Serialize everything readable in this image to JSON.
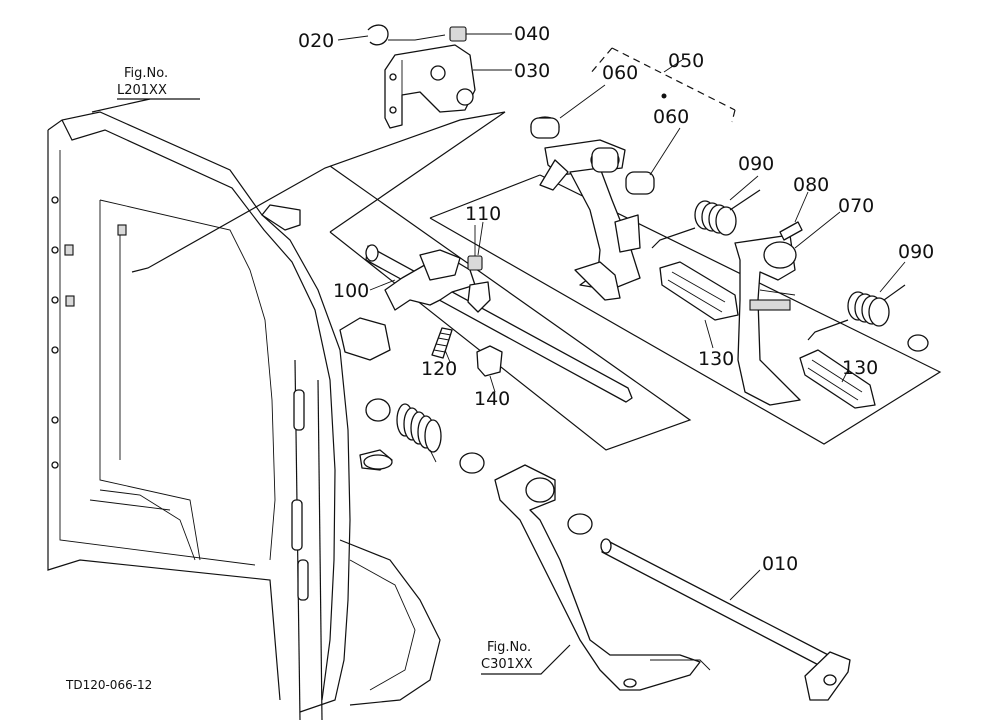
{
  "drawing_code": "TD120-066-12",
  "fig_refs": [
    {
      "id": "fig-ref-l201",
      "line1": "Fig.No.",
      "line2": "L201XX"
    },
    {
      "id": "fig-ref-c301",
      "line1": "Fig.No.",
      "line2": "C301XX"
    }
  ],
  "callouts": {
    "p010": "010",
    "p020": "020",
    "p030": "030",
    "p040": "040",
    "p050": "050",
    "p060a": "060",
    "p060b": "060",
    "p070": "070",
    "p080": "080",
    "p090a": "090",
    "p090b": "090",
    "p100": "100",
    "p110": "110",
    "p120": "120",
    "p130a": "130",
    "p130b": "130",
    "p140": "140"
  }
}
